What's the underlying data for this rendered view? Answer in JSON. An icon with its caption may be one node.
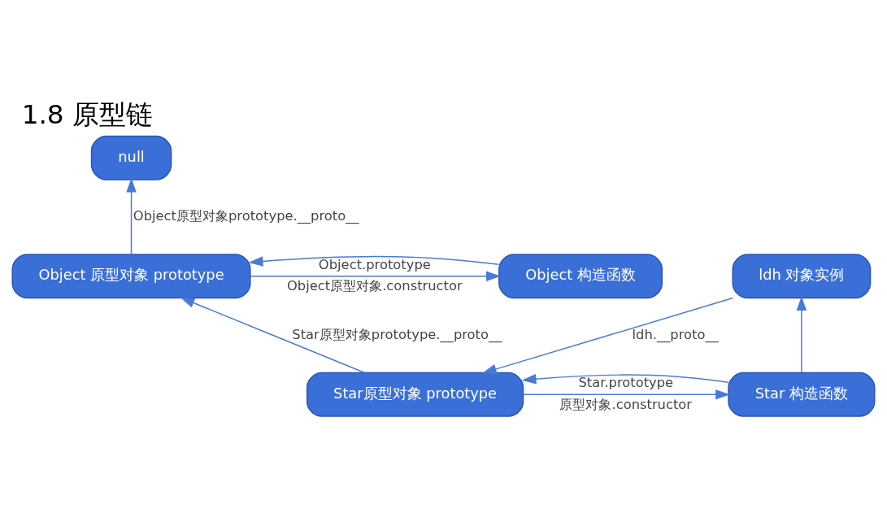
{
  "diagram": {
    "title": "1.8 原型链",
    "nodes": [
      {
        "text": [
          "null"
        ]
      },
      {
        "text": [
          "Object 构造函数"
        ]
      },
      {
        "text": [
          "Object 原型对象 prototype"
        ]
      },
      {
        "text": [
          "Star 构造函数"
        ]
      },
      {
        "text": [
          "Star原型对象 prototype"
        ]
      },
      {
        "text": [
          "ldh 对象实例"
        ]
      }
    ],
    "edges": [
      {
        "from": 1,
        "to": 2,
        "arrow": "to",
        "label": "Object.prototype"
      },
      {
        "from": 2,
        "to": 1,
        "arrow": "to",
        "label": "Object原型对象.constructor"
      },
      {
        "from": 2,
        "to": 0,
        "arrow": "to",
        "label": "Object原型对象prototype.__proto__"
      },
      {
        "from": 3,
        "to": 4,
        "arrow": "to",
        "label": "Star.prototype"
      },
      {
        "from": 4,
        "to": 3,
        "arrow": "to",
        "label": "原型对象.constructor"
      },
      {
        "from": 4,
        "to": 2,
        "arrow": "to",
        "label": "Star原型对象prototype.__proto__"
      },
      {
        "from": 3,
        "to": 5,
        "arrow": "to"
      },
      {
        "from": 5,
        "to": 4,
        "arrow": "to",
        "label": "ldh.__proto__"
      }
    ]
  }
}
